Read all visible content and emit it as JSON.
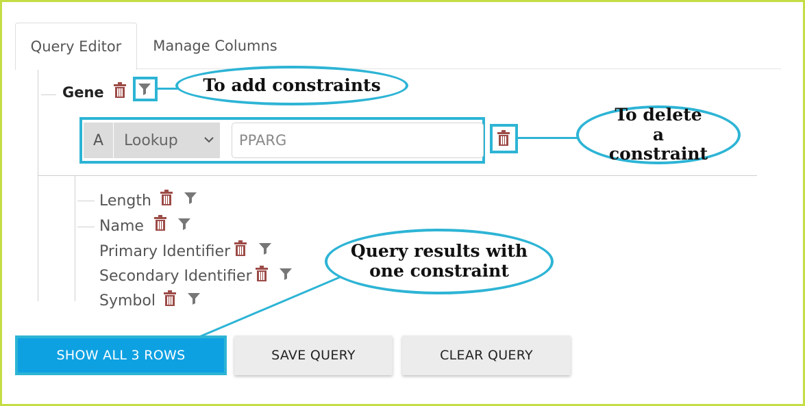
{
  "tabs": [
    {
      "label": "Query Editor",
      "active": true
    },
    {
      "label": "Manage Columns",
      "active": false
    }
  ],
  "tree": {
    "root": {
      "label": "Gene"
    },
    "constraint": {
      "code": "A",
      "operator": "Lookup",
      "value": "PPARG"
    },
    "children": [
      {
        "label": "Length"
      },
      {
        "label": "Name"
      },
      {
        "label": "Primary Identifier"
      },
      {
        "label": "Secondary Identifier"
      },
      {
        "label": "Symbol"
      }
    ]
  },
  "callouts": {
    "add": "To add constraints",
    "delete": "To delete a constraint",
    "results": "Query results with one constraint"
  },
  "buttons": {
    "show": "SHOW ALL 3 ROWS",
    "save": "SAVE QUERY",
    "clear": "CLEAR QUERY"
  },
  "colors": {
    "accent": "#2db4d5",
    "primary_button": "#0ea1e2",
    "trash": "#9c4b47",
    "frame": "#c5dd45"
  }
}
